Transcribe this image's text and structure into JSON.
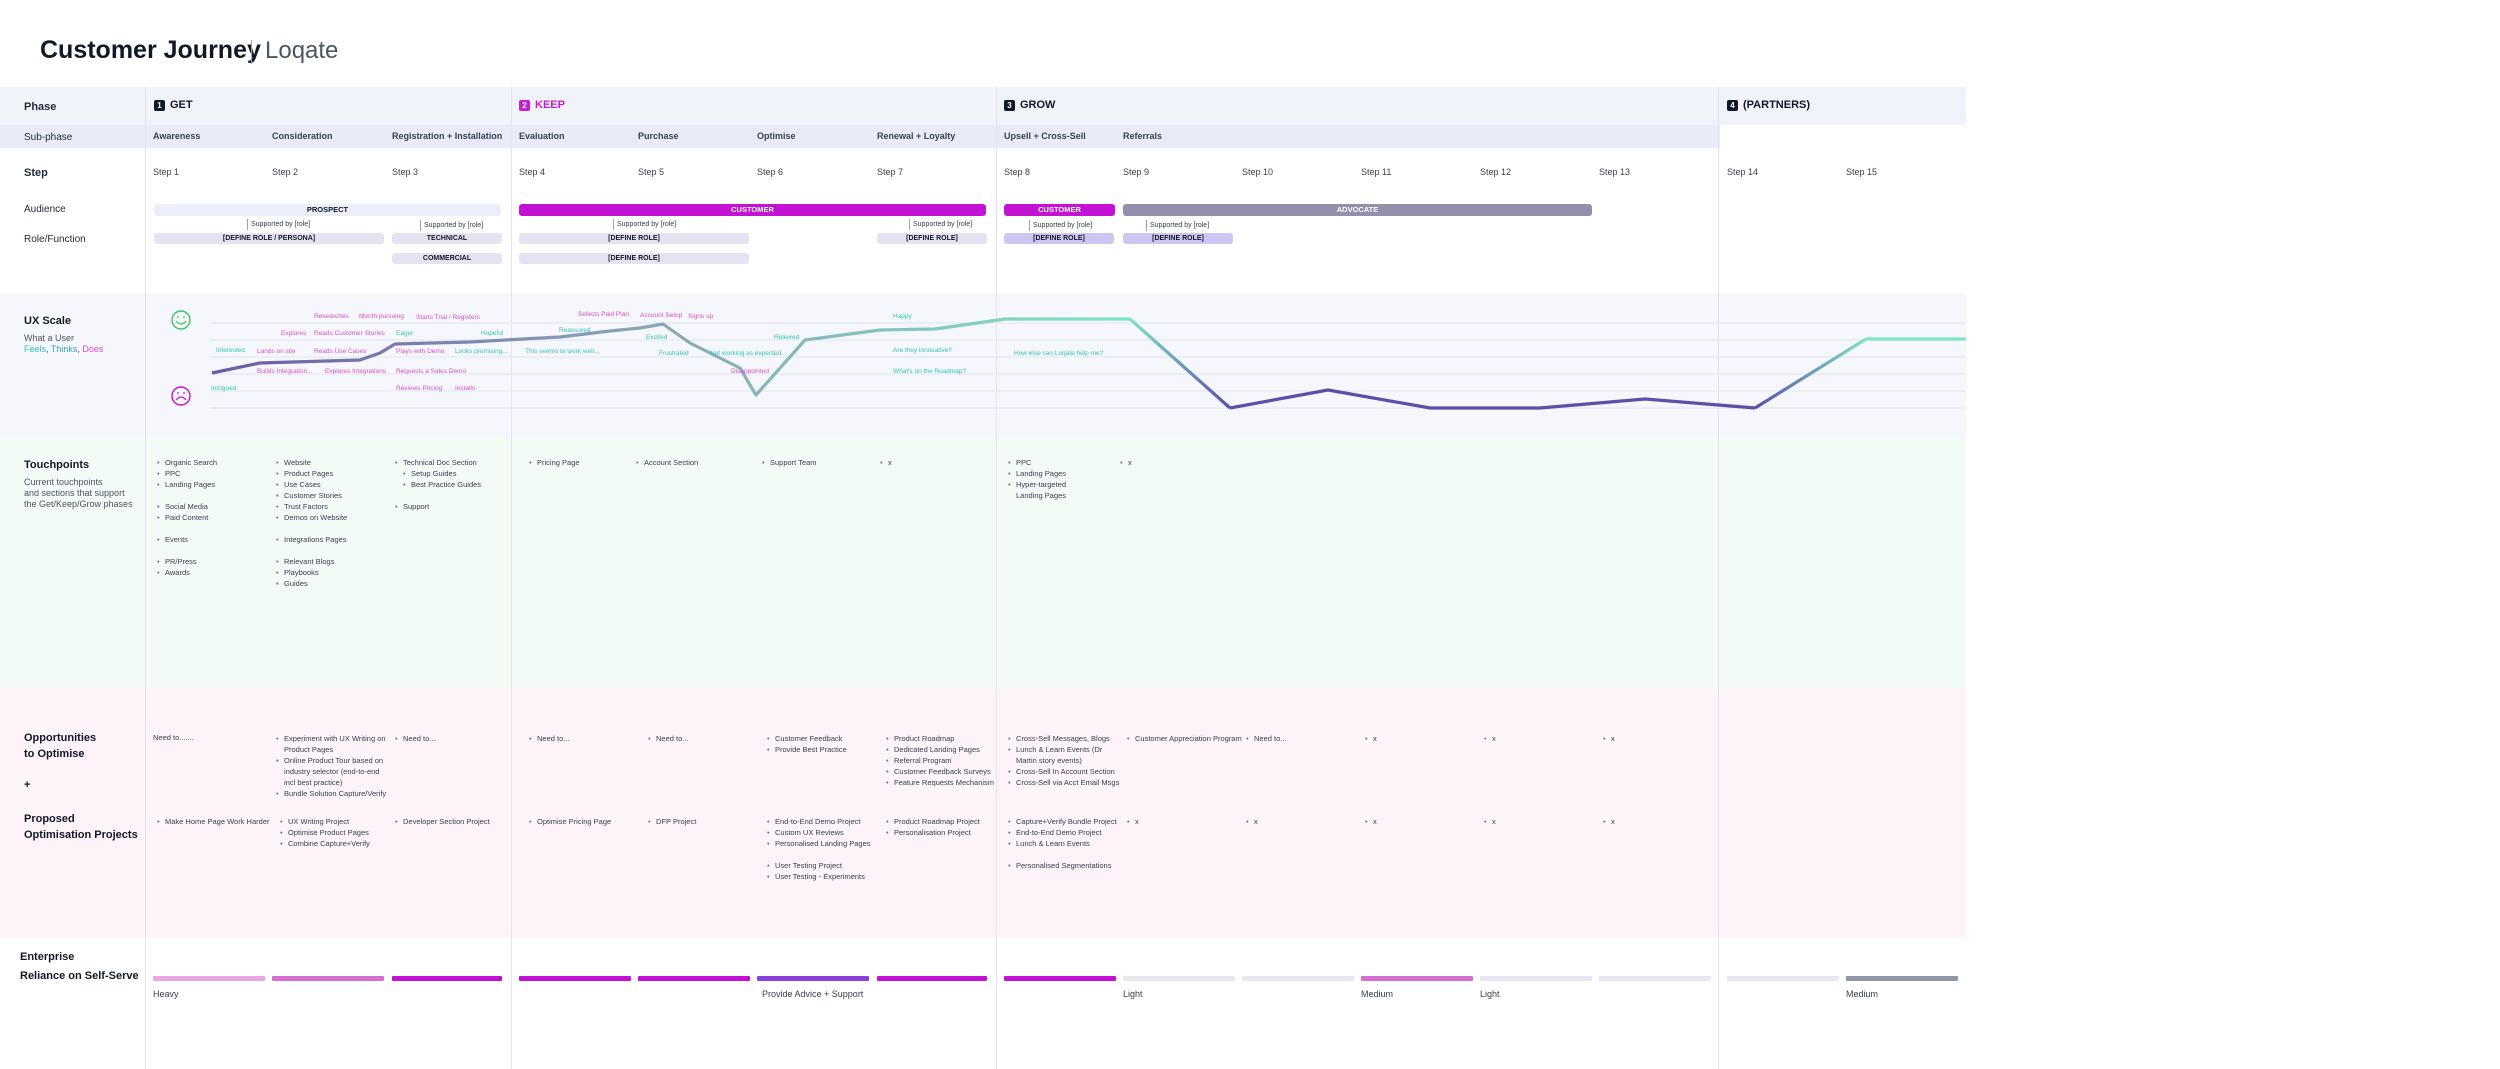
{
  "header": {
    "title": "Customer Journey",
    "subtitle": "Loqate"
  },
  "rows": {
    "phase": "Phase",
    "subphase": "Sub-phase",
    "step": "Step",
    "audience": "Audience",
    "role": "Role/Function",
    "ux_title": "UX Scale",
    "ux_desc_1": "What a User",
    "ux_desc_feels": "Feels",
    "ux_desc_thinks": "Thinks",
    "ux_desc_does": "Does",
    "touch_title": "Touchpoints",
    "touch_desc_1": "Current touchpoints",
    "touch_desc_2": "and sections that support",
    "touch_desc_3": "the Get/Keep/Grow phases",
    "opp_title_1": "Opportunities",
    "opp_title_2": "to Optimise",
    "opp_plus": "+",
    "proj_title_1": "Proposed",
    "proj_title_2": "Optimisation Projects",
    "ent_1": "Enterprise",
    "ent_2": "Reliance on Self-Serve"
  },
  "phases": [
    {
      "num": "1",
      "label": "GET"
    },
    {
      "num": "2",
      "label": "KEEP"
    },
    {
      "num": "3",
      "label": "GROW"
    },
    {
      "num": "4",
      "label": "(PARTNERS)"
    }
  ],
  "subphases": [
    "Awareness",
    "Consideration",
    "Registration + Installation",
    "Evaluation",
    "Purchase",
    "Optimise",
    "Renewal + Loyalty",
    "Upsell + Cross-Sell",
    "Referrals"
  ],
  "steps": [
    "Step 1",
    "Step 2",
    "Step 3",
    "Step 4",
    "Step 5",
    "Step 6",
    "Step 7",
    "Step 8",
    "Step 9",
    "Step 10",
    "Step 11",
    "Step 12",
    "Step 13",
    "Step 14",
    "Step 15"
  ],
  "audience": {
    "prospect": "PROSPECT",
    "customer_1": "CUSTOMER",
    "customer_2": "CUSTOMER",
    "advocate": "ADVOCATE"
  },
  "roles": {
    "supported": "Supported by [role]",
    "define_persona": "[DEFINE ROLE / PERSONA]",
    "technical": "TECHNICAL",
    "commercial": "COMMERCIAL",
    "define_role": "[DEFINE ROLE]"
  },
  "ux": {
    "pink": [
      "Researches",
      "Month pursuing",
      "Starts Trial / Registers",
      "Explores",
      "Reads Customer Stories",
      "Reads Use Cases",
      "Plays with Demo",
      "Requests a Sales Demo",
      "Explores Integrations",
      "Reviews Pricing",
      "Installs",
      "Selects Paid Plan",
      "Account Setup",
      "Signs up",
      "Builds Integration...",
      "Lands on site",
      "Disappointed"
    ],
    "teal": [
      "Interested",
      "Eager",
      "Hopeful",
      "Reassured",
      "Excited",
      "Frustrated",
      "Relieved",
      "Happy",
      "Intrigued",
      "This seems to work well...",
      "Looks promising...",
      "Not working as expected...",
      "Are they innovative?",
      "What's on the Roadmap?",
      "How else can Loqate help me?"
    ]
  },
  "touchpoints": {
    "awareness": [
      [
        "Organic Search",
        "PPC",
        "Landing Pages"
      ],
      [
        "Social Media",
        "Paid Content"
      ],
      [
        "Events"
      ],
      [
        "PR/Press",
        "Awards"
      ]
    ],
    "consideration": [
      [
        "Website",
        "Product Pages",
        "Use Cases",
        "Customer Stories",
        "Trust Factors",
        "Demos on Website"
      ],
      [
        "Integrations Pages"
      ],
      [
        "Relevant Blogs",
        "Playbooks",
        "Guides"
      ]
    ],
    "registration": {
      "main": "Technical Doc Section",
      "subs": [
        "Setup Guides",
        "Best Practice Guides"
      ],
      "support": "Support"
    },
    "evaluation": [
      "Pricing Page"
    ],
    "purchase": [
      "Account Section"
    ],
    "optimise": [
      "Support Team"
    ],
    "renewal": [
      "x"
    ],
    "upsell": [
      "PPC",
      "Landing Pages",
      "Hyper-targeted",
      "Landing Pages"
    ],
    "referrals": [
      "x"
    ]
  },
  "opportunities": {
    "awareness": "Need to.......",
    "consideration": [
      "Experiment with UX Writing on",
      "Product Pages",
      "Online Product Tour based on",
      "industry selector (end-to-end",
      "incl best practice)",
      "Bundle Solution Capture/Verify"
    ],
    "registration": [
      "Need to..."
    ],
    "evaluation": [
      "Need to..."
    ],
    "purchase": [
      "Need to..."
    ],
    "optimise": [
      "Customer Feedback",
      "Provide Best Practice"
    ],
    "renewal": [
      "Product Roadmap",
      "Dedicated Landing Pages",
      "Referral Program",
      "Customer Feedback Surveys",
      "Feature Requests Mechanism"
    ],
    "upsell": [
      "Cross-Sell Messages, Blogs",
      "Lunch & Learn Events (Dr",
      "Martin story events)",
      "Cross-Sell In Account Section",
      "Cross-Sell via Acct Email Msgs"
    ],
    "referrals": [
      "Customer Appreciation Program"
    ],
    "step10": [
      "Need to..."
    ],
    "step11": [
      "x"
    ],
    "step12": [
      "x"
    ],
    "step13": [
      "x"
    ]
  },
  "projects": {
    "awareness": [
      "Make Home Page Work Harder"
    ],
    "consideration": [
      "UX Writing Project",
      "Optimise Product Pages",
      "Combine Capture+Verify"
    ],
    "registration": [
      "Developer Section Project"
    ],
    "evaluation": [
      "Optimise Pricing Page"
    ],
    "purchase": [
      "DFP Project"
    ],
    "optimise": [
      "End-to-End Demo Project",
      "Custom UX Reviews",
      "Personalised Landing Pages",
      "User Testing Project",
      "User Testing - Experiments"
    ],
    "renewal": [
      "Product Roadmap Project",
      "Personalisation Project"
    ],
    "upsell": [
      "Capture+Verify Bundle Project",
      "End-to-End Demo Project",
      "Lunch & Learn Events",
      "Personalised Segmentations"
    ],
    "referrals": [
      "x"
    ],
    "step10": [
      "x"
    ],
    "step11": [
      "x"
    ],
    "step12": [
      "x"
    ],
    "step13": [
      "x"
    ]
  },
  "reliance": {
    "heavy": "Heavy",
    "provide": "Provide Advice + Support",
    "light_1": "Light",
    "medium_1": "Medium",
    "light_2": "Light",
    "medium_2": "Medium",
    "colors": {
      "light_pink": "#e8a6e3",
      "mid_pink": "#d46ed2",
      "magenta": "#c410d4",
      "violet": "#8a3fd8",
      "pale": "#e6e7ef",
      "grey": "#9097a6"
    }
  },
  "colors": {
    "accent_magenta": "#c312d3",
    "teal": "#7fe3c6",
    "purple_line": "#5b4fa8",
    "happy_face": "#34c759",
    "sad_face": "#c312d3"
  }
}
